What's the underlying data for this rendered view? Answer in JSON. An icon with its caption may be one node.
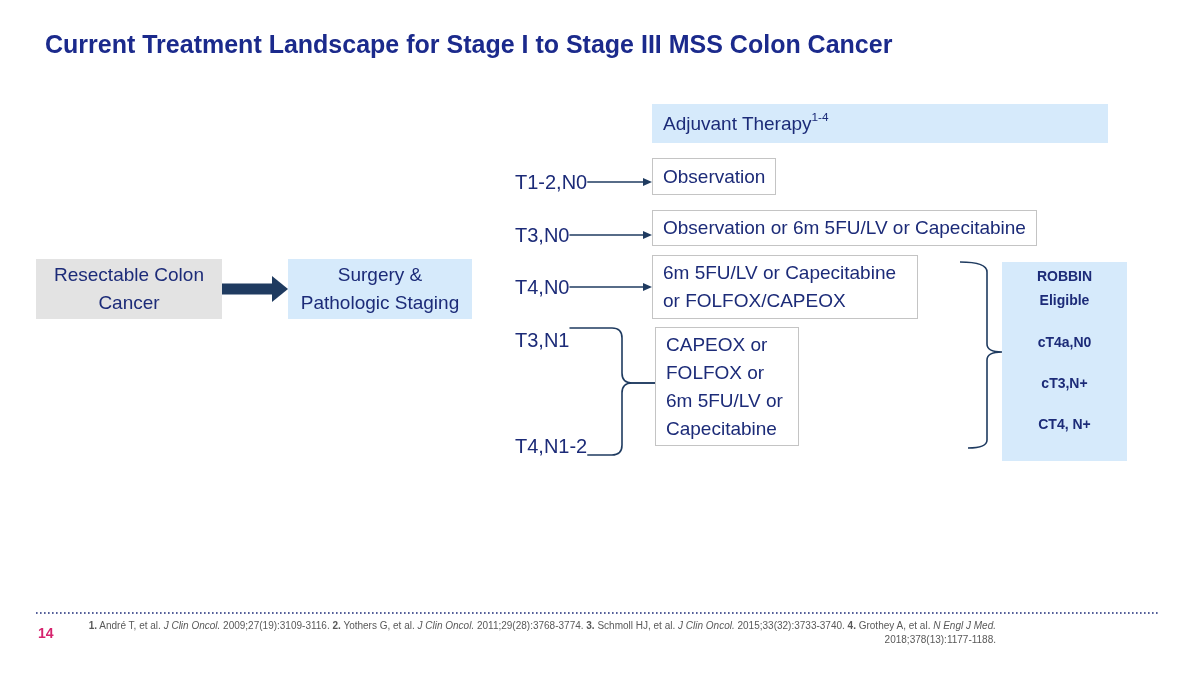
{
  "diagram": {
    "title": "Current Treatment Landscape for Stage I to Stage III MSS Colon Cancer",
    "nodes": [
      {
        "text": [
          "Resectable Colon Cancer"
        ]
      },
      {
        "text": [
          "Surgery & Pathologic Staging"
        ]
      },
      {
        "text": [
          "Adjuvant Therapy$^{1-4}$"
        ]
      },
      {
        "text": [
          "T1-2,N0"
        ]
      },
      {
        "text": [
          "Observation"
        ]
      },
      {
        "text": [
          "T3,N0"
        ]
      },
      {
        "text": [
          "Observation or 6m 5FU/LV or Capecitabine"
        ]
      },
      {
        "text": [
          "T4,N0"
        ]
      },
      {
        "text": [
          "6m 5FU/LV or Capecitabine or FOLFOX/CAPEOX"
        ]
      },
      {
        "text": [
          "T3,N1"
        ]
      },
      {
        "text": [
          "T4,N1-2"
        ]
      },
      {
        "text": [
          "CAPEOX or FOLFOX or 6m 5FU/LV or Capecitabine"
        ]
      },
      {
        "text": [
          "ROBBIN Eligible",
          "cT4a,N0",
          "cT3,N+",
          "CT4, N+"
        ]
      }
    ],
    "edges": [
      {
        "from": 0,
        "to": 1,
        "arrow": "to",
        "style": "thick"
      },
      {
        "from": 3,
        "to": 4,
        "arrow": "to"
      },
      {
        "from": 5,
        "to": 6,
        "arrow": "to"
      },
      {
        "from": 7,
        "to": 8,
        "arrow": "to"
      },
      {
        "from": 9,
        "to": 11,
        "arrow": "none"
      },
      {
        "from": 10,
        "to": 11,
        "arrow": "none"
      }
    ],
    "labels": [
      "14",
      "**1.** André T, et al. *J Clin Oncol.* 2009;27(19):3109-3116. **2.** Yothers G, et al. *J Clin Oncol.* 2011;29(28):3768-3774. **3.** Schmoll HJ, et al. *J Clin Oncol.* 2015;33(32):3733-3740. **4.** Grothey A, et al. *N Engl J Med.* 2018;378(13):1177-1188."
    ]
  }
}
